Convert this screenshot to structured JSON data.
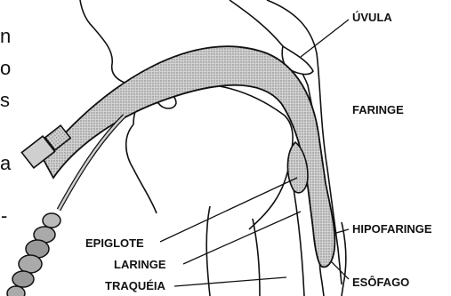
{
  "left_edge_text": [
    "n",
    "o",
    "s",
    "a",
    "-"
  ],
  "labels": {
    "uvula": "ÚVULA",
    "faringe": "FARINGE",
    "hipofaringe": "HIPOFARINGE",
    "esofago": "ESÔFAGO",
    "epiglote": "EPIGLOTE",
    "laringe": "LARINGE",
    "traqueia": "TRAQUÉIA"
  },
  "colors": {
    "outline": "#111111",
    "tube_fill": "#bfbfbf",
    "background": "#ffffff"
  }
}
